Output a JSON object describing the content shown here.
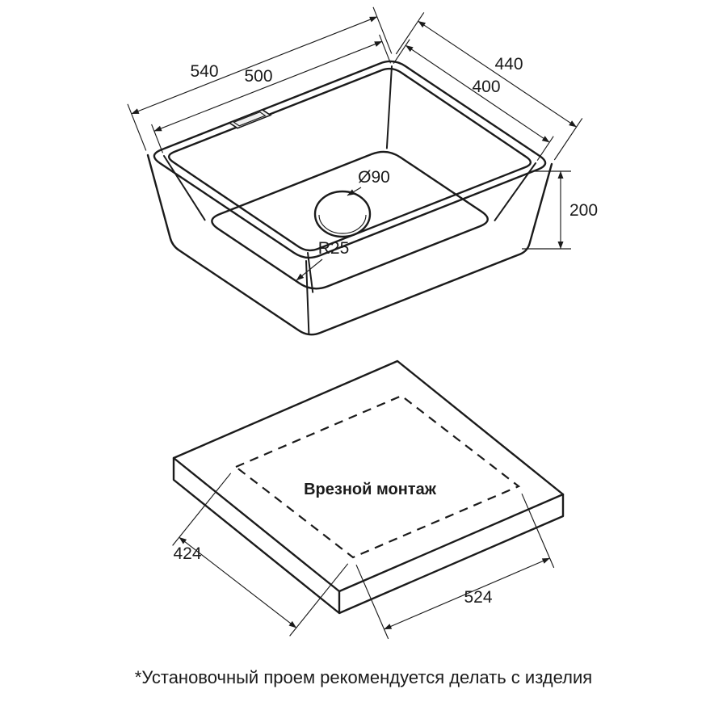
{
  "sink": {
    "dims": {
      "outer_width": "540",
      "inner_width": "500",
      "outer_depth": "440",
      "inner_depth": "400",
      "height": "200",
      "drain_diameter": "Ø90",
      "corner_radius": "R25"
    }
  },
  "countertop": {
    "mount_type_label": "Врезной монтаж",
    "cutout_depth": "424",
    "cutout_width": "524"
  },
  "footnote": "*Установочный проем рекомендуется делать с изделия",
  "colors": {
    "line": "#1b1b1b",
    "background": "#ffffff"
  }
}
